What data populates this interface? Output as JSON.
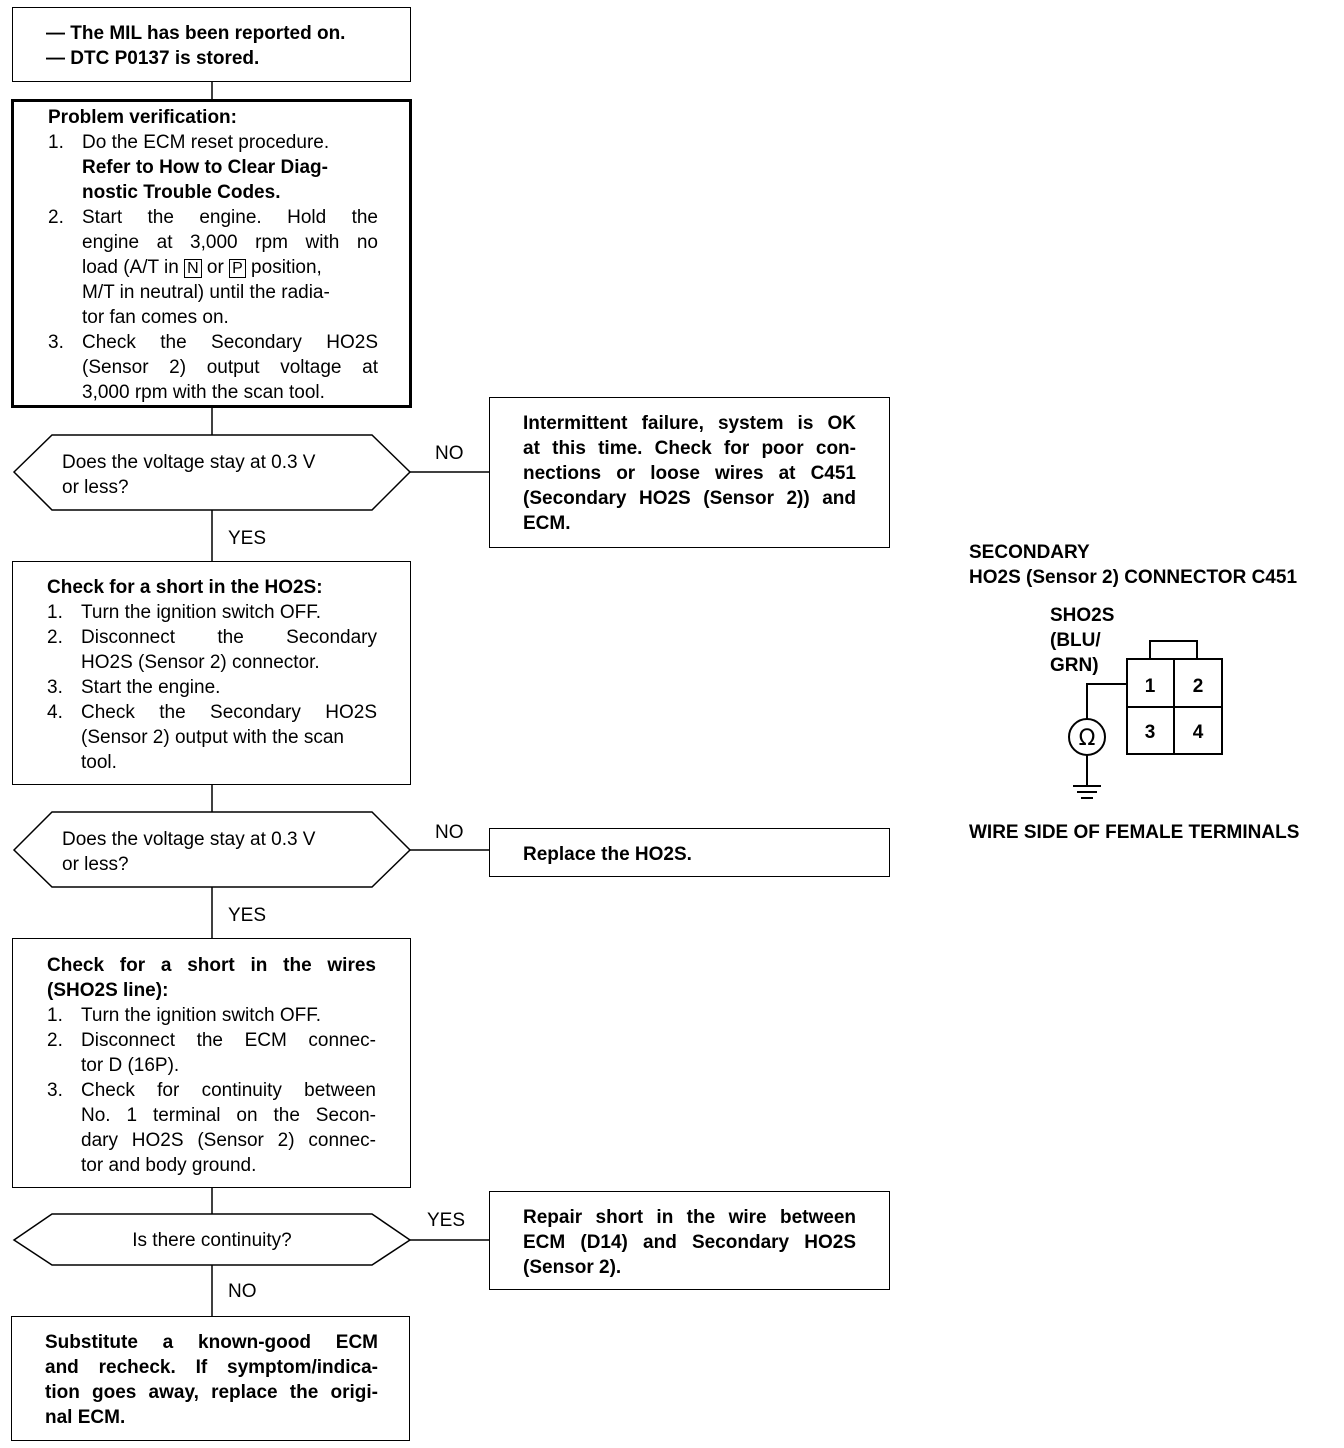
{
  "start": {
    "line1": "— The MIL has been reported on.",
    "line2": "— DTC P0137 is stored."
  },
  "verify": {
    "title": "Problem verification:",
    "s1_num": "1.",
    "s1_l1": "Do the ECM reset procedure.",
    "s1_ref1": "Refer to How to Clear Diag-",
    "s1_ref2": "nostic Trouble Codes.",
    "s2_num": "2.",
    "s2_l1": "Start the engine. Hold the",
    "s2_l2": "engine at 3,000 rpm with no",
    "s2_l3a": "load (A/T in ",
    "s2_key_n": "N",
    "s2_l3b": " or ",
    "s2_key_p": "P",
    "s2_l3c": " position,",
    "s2_l4": "M/T in neutral) until the radia-",
    "s2_l5": "tor fan comes on.",
    "s3_num": "3.",
    "s3_l1": "Check the Secondary HO2S",
    "s3_l2": "(Sensor 2) output voltage at",
    "s3_l3": "3,000 rpm with the scan tool."
  },
  "decision1": {
    "l1": "Does the voltage stay at 0.3 V",
    "l2": "or less?",
    "no": "NO",
    "yes": "YES"
  },
  "intermittent": {
    "l1": "Intermittent failure, system is OK",
    "l2": "at this time. Check for poor con-",
    "l3": "nections or loose wires at C451",
    "l4": "(Secondary HO2S (Sensor 2)) and",
    "l5": "ECM."
  },
  "check_ho2s": {
    "title": "Check for a short in the HO2S:",
    "s1_num": "1.",
    "s1_l1": "Turn the ignition switch OFF.",
    "s2_num": "2.",
    "s2_l1": "Disconnect the Secondary",
    "s2_l2": "HO2S (Sensor 2) connector.",
    "s3_num": "3.",
    "s3_l1": "Start the engine.",
    "s4_num": "4.",
    "s4_l1": "Check the Secondary HO2S",
    "s4_l2": "(Sensor 2) output with the scan",
    "s4_l3": "tool."
  },
  "decision2": {
    "l1": "Does the voltage stay at 0.3 V",
    "l2": "or less?",
    "no": "NO",
    "yes": "YES"
  },
  "replace": {
    "label": "Replace the HO2S."
  },
  "check_wires": {
    "title1": "Check for a short in the wires",
    "title2": "(SHO2S line):",
    "s1_num": "1.",
    "s1_l1": "Turn the ignition switch OFF.",
    "s2_num": "2.",
    "s2_l1": "Disconnect the ECM connec-",
    "s2_l2": "tor D (16P).",
    "s3_num": "3.",
    "s3_l1": "Check for continuity between",
    "s3_l2": "No. 1 terminal on the Secon-",
    "s3_l3": "dary HO2S (Sensor 2) connec-",
    "s3_l4": "tor and body ground."
  },
  "decision3": {
    "l1": "Is there continuity?",
    "yes": "YES",
    "no": "NO"
  },
  "repair": {
    "l1": "Repair short in the wire between",
    "l2": "ECM (D14) and Secondary HO2S",
    "l3": "(Sensor 2)."
  },
  "substitute": {
    "l1": "Substitute a known-good ECM",
    "l2": "and recheck. If symptom/indica-",
    "l3": "tion goes away, replace the origi-",
    "l4": "nal ECM."
  },
  "connector": {
    "title1": "SECONDARY",
    "title2": "HO2S (Sensor 2) CONNECTOR C451",
    "wire1": "SHO2S",
    "wire2": "(BLU/",
    "wire3": "GRN)",
    "t1": "1",
    "t2": "2",
    "t3": "3",
    "t4": "4",
    "ohm": "Ω",
    "caption": "WIRE SIDE OF FEMALE TERMINALS"
  }
}
